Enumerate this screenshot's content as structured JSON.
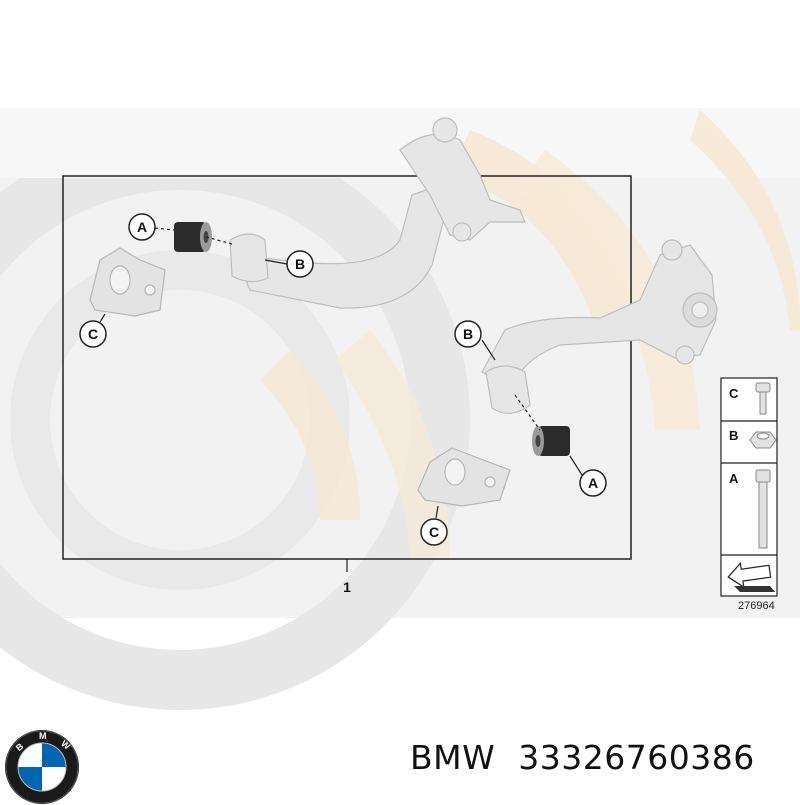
{
  "diagram": {
    "callouts": {
      "a_left": "A",
      "b_left": "B",
      "c_left": "C",
      "b_right": "B",
      "a_right": "A",
      "c_right": "C"
    },
    "assembly_number": "1",
    "legend": {
      "items": [
        {
          "letter": "C",
          "part": "bolt-icon"
        },
        {
          "letter": "B",
          "part": "nut-icon"
        },
        {
          "letter": "A",
          "part": "long-bolt-icon"
        }
      ],
      "arrow_icon": "direction-arrow-icon"
    },
    "drawing_number": "276964",
    "colors": {
      "watermark_gray": "#ebebeb",
      "watermark_orange": "#f6ead8",
      "part_gray": "#e6e6e6",
      "bushing_dark": "#2b2b2b",
      "line": "#222222"
    }
  },
  "caption": {
    "brand": "BMW",
    "part_number": "33326760386"
  },
  "logo": {
    "letters": "BMW",
    "colors": [
      "#0066b1",
      "#ffffff",
      "#000000"
    ]
  }
}
